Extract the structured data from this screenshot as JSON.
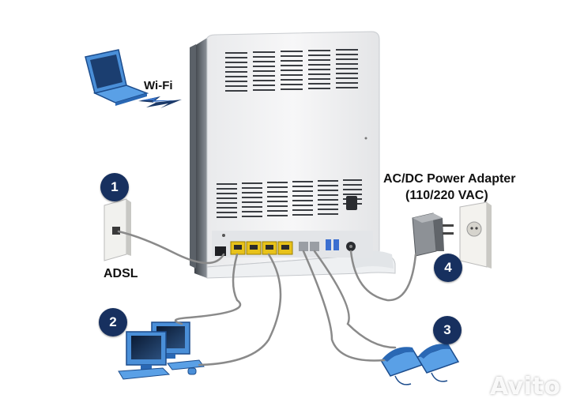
{
  "labels": {
    "wifi": "Wi-Fi",
    "adsl": "ADSL",
    "power_line1": "AC/DC Power Adapter",
    "power_line2": "(110/220 VAC)"
  },
  "badges": {
    "b1": "1",
    "b2": "2",
    "b3": "3",
    "b4": "4"
  },
  "watermark": "Avito",
  "colors": {
    "badge": "#17305f",
    "device_blue": "#4a8fd8",
    "lan_port": "#e8c21a",
    "cable": "#8a8a8a"
  },
  "icons": {
    "laptop": "laptop-icon",
    "lightning": "lightning-icon",
    "wall_jack": "wall-jack-icon",
    "computers": "desktop-computers-icon",
    "phones": "telephones-icon",
    "adapter": "power-adapter-icon",
    "outlet": "wall-outlet-icon"
  }
}
